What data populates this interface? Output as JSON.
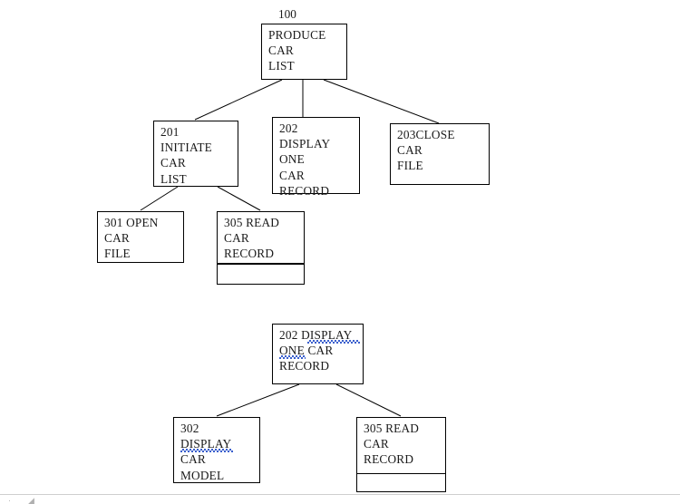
{
  "document": {
    "title": "Structure chart - Produce Car List",
    "background_color": "#ffffff",
    "line_color": "#000000",
    "text_color": "#1a1a1a",
    "spellcheck_underline_color": "#3a5fcd"
  },
  "diagrams": [
    {
      "name": "produce-car-list-chart",
      "caption": "100",
      "nodes": [
        {
          "id": "100",
          "text": "PRODUCE\nCAR\n LIST"
        },
        {
          "id": "201",
          "text": "201\nINITIATE\nCAR\nLIST"
        },
        {
          "id": "202",
          "text": "202\nDISPLAY\nONE\nCAR\nRECORD"
        },
        {
          "id": "203",
          "text": "203CLOSE\nCAR\nFILE"
        },
        {
          "id": "301",
          "text": "301 OPEN\nCAR\nFILE"
        },
        {
          "id": "305",
          "text": "305 READ\nCAR\nRECORD"
        }
      ]
    },
    {
      "name": "display-one-car-record-chart",
      "caption": "",
      "nodes": [
        {
          "id": "202b",
          "text": "202 DISPLAY\nONE CAR\nRECORD"
        },
        {
          "id": "302",
          "text": "302\nDISPLAY\nCAR\nMODEL"
        },
        {
          "id": "305b",
          "text": "305 READ\nCAR\nRECORD"
        }
      ]
    }
  ],
  "statusbar": {
    "left_mark": "·",
    "right_mark": "◢"
  }
}
